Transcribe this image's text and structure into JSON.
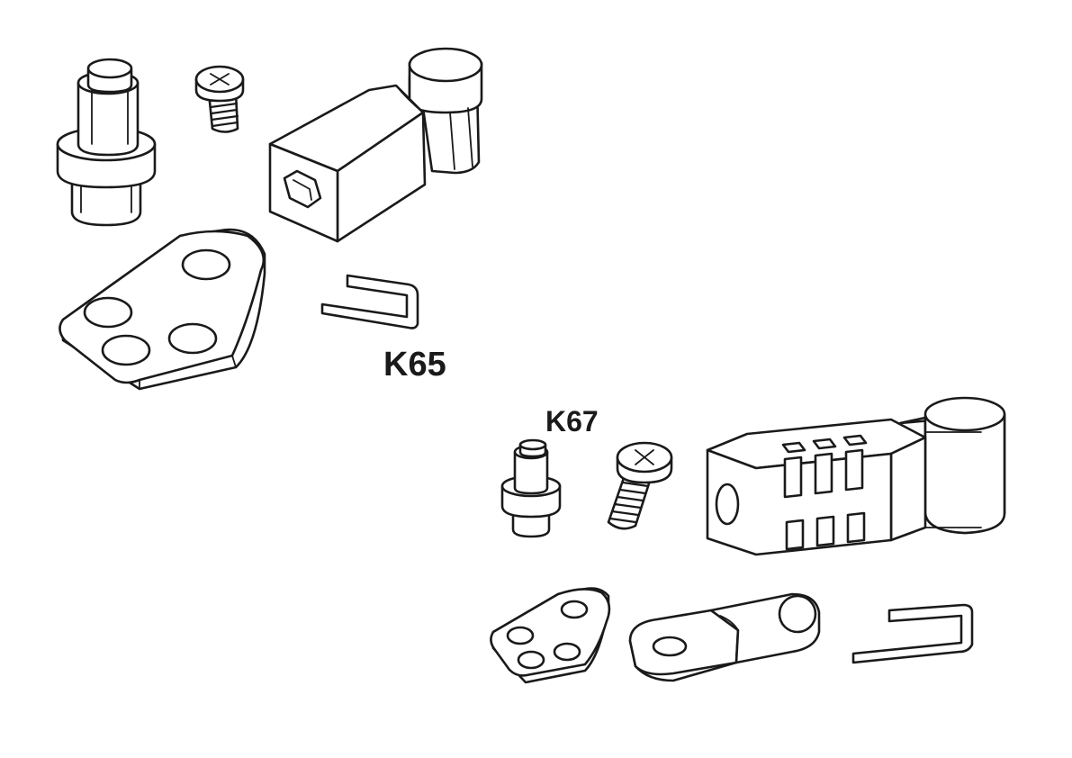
{
  "kits": [
    {
      "id": "K65",
      "label": "K65",
      "parts": [
        "hinge-pin-icon",
        "screw-icon",
        "hinge-block-icon",
        "pivot-plate-icon",
        "u-clip-icon"
      ]
    },
    {
      "id": "K67",
      "label": "K67",
      "parts": [
        "hinge-pin-icon",
        "screw-icon",
        "hinge-block-slotted-icon",
        "pivot-plate-icon",
        "cable-lug-icon",
        "u-clip-icon"
      ]
    }
  ],
  "colors": {
    "line": "#1a1a1a",
    "fill": "#ffffff"
  }
}
